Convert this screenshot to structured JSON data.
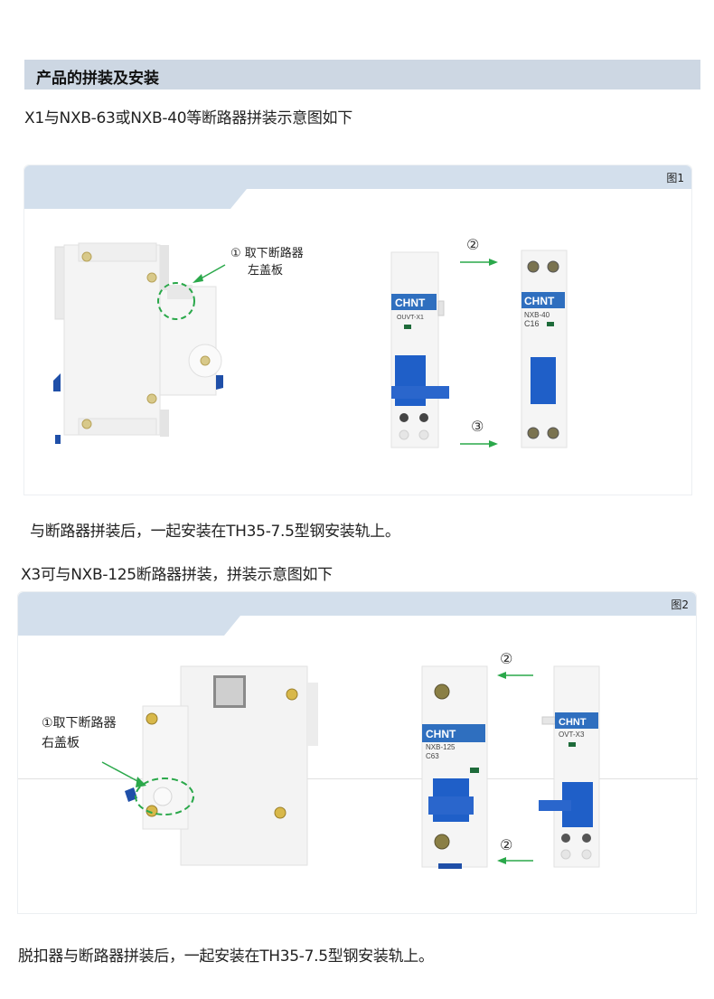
{
  "section": {
    "title": "产品的拼装及安装"
  },
  "intro_x1": "X1与NXB-63或NXB-40等断路器拼装示意图如下",
  "figure1": {
    "label": "图1",
    "callout_line1": "① 取下断路器",
    "callout_line2": "左盖板",
    "step2": "②",
    "step3": "③",
    "device_left": {
      "brand": "CHNT",
      "model": "OUVT-X1"
    },
    "device_right": {
      "brand": "CHNT",
      "model": "NXB-40",
      "rating": "C16"
    }
  },
  "note_after_fig1": "与断路器拼装后，一起安装在TH35-7.5型钢安装轨上。",
  "intro_x3": "X3可与NXB-125断路器拼装，拼装示意图如下",
  "figure2": {
    "label": "图2",
    "callout_line1": "①取下断路器",
    "callout_line2": "右盖板",
    "step2_top": "②",
    "step2_bottom": "②",
    "device_left": {
      "brand": "CHNT",
      "model": "NXB-125",
      "rating": "C63"
    },
    "device_right": {
      "brand": "CHNT",
      "model": "OVT-X3"
    }
  },
  "note_after_fig2": "脱扣器与断路器拼装后，一起安装在TH35-7.5型钢安装轨上。",
  "colors": {
    "header_bg": "#cdd7e3",
    "panel_band": "#d3dfec",
    "chnt_blue": "#2f6fbf",
    "handle_blue": "#1f5fc8",
    "arrow_green": "#2aa84a"
  }
}
